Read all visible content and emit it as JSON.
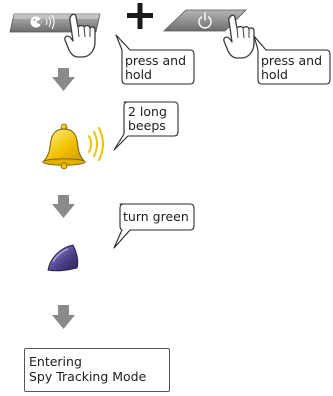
{
  "steps": [
    {
      "id": "press-buttons",
      "callouts": [
        {
          "lines": [
            "press and",
            "hold"
          ]
        },
        {
          "lines": [
            "press and",
            "hold"
          ]
        }
      ]
    },
    {
      "id": "beeps",
      "callout": {
        "lines": [
          "2 long",
          "beeps"
        ]
      }
    },
    {
      "id": "led",
      "callout": {
        "lines": [
          "turn green"
        ]
      }
    },
    {
      "id": "result",
      "box": {
        "lines": [
          "Entering",
          "Spy Tracking Mode"
        ]
      }
    }
  ],
  "operator": "+",
  "colors": {
    "button_gray": "#8c8c8c",
    "arrow_gray": "#8a8a8a",
    "bell_yellow": "#f2c200",
    "sound_waves": "#f2c200",
    "led_purple": "#4a3f88"
  },
  "icons": [
    "face-icon",
    "power-icon",
    "hand-pointer-icon",
    "bell-icon",
    "sound-waves-icon",
    "led-icon",
    "down-arrow-icon"
  ]
}
